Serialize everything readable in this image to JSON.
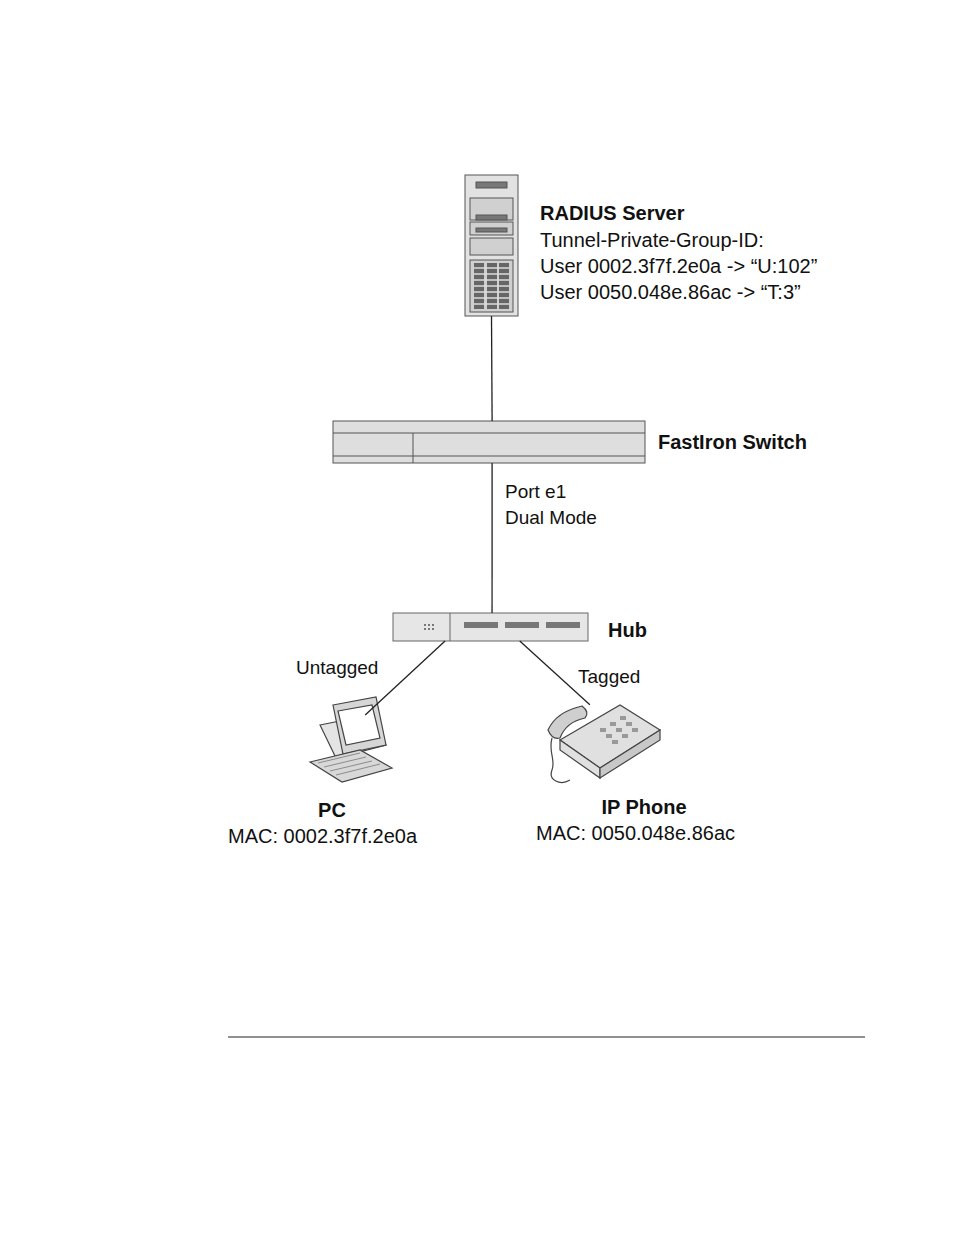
{
  "diagram": {
    "nodes": [
      {
        "text": [
          "RADIUS Server",
          "Tunnel-Private-Group-ID:",
          "User 0002.3f7f.2e0a -> “U:102”",
          "User 0050.048e.86ac -> “T:3”"
        ]
      },
      {
        "text": [
          "FastIron Switch"
        ]
      },
      {
        "text": [
          "Hub"
        ]
      },
      {
        "text": [
          "PC",
          "MAC: 0002.3f7f.2e0a"
        ]
      },
      {
        "text": [
          "IP Phone",
          "MAC: 0050.048e.86ac"
        ]
      }
    ],
    "edges": [
      {
        "from": 0,
        "to": 1,
        "arrow": "none"
      },
      {
        "from": 1,
        "to": 2,
        "label": "Port e1 Dual Mode",
        "arrow": "none"
      },
      {
        "from": 2,
        "to": 3,
        "label": "Untagged",
        "arrow": "none"
      },
      {
        "from": 2,
        "to": 4,
        "label": "Tagged",
        "arrow": "none"
      }
    ]
  }
}
